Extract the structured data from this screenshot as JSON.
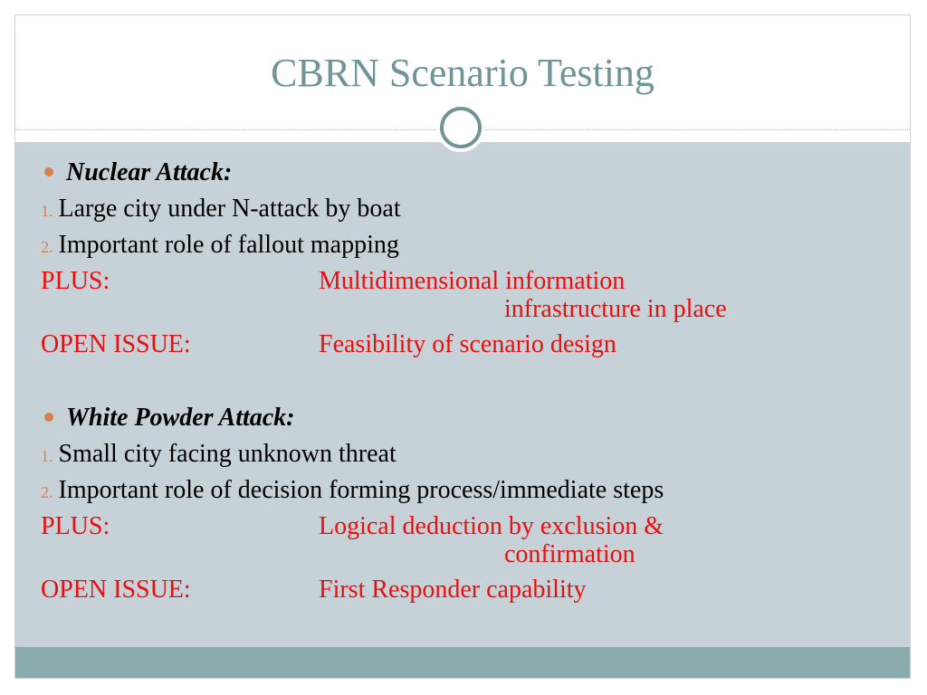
{
  "slide": {
    "title": "CBRN Scenario Testing",
    "sections": [
      {
        "heading": "Nuclear Attack:",
        "items": [
          {
            "marker": "1.",
            "text": "Large city under N-attack by boat"
          },
          {
            "marker": "2.",
            "text": "Important role of fallout mapping"
          }
        ],
        "plus_label": "PLUS:",
        "plus_line1": "Multidimensional information",
        "plus_line2": "infrastructure in place",
        "open_label": "OPEN ISSUE:",
        "open_value": "Feasibility of scenario design"
      },
      {
        "heading": "White Powder Attack:",
        "items": [
          {
            "marker": "1.",
            "text": "Small city facing unknown threat"
          },
          {
            "marker": "2.",
            "text": "Important role of decision forming process/immediate steps"
          }
        ],
        "plus_label": "PLUS:",
        "plus_line1": "Logical deduction by exclusion &",
        "plus_line2": "confirmation",
        "open_label": "OPEN ISSUE:",
        "open_value": "First Responder capability"
      }
    ]
  },
  "colors": {
    "title": "#6f9598",
    "content_background": "#c7d2d8",
    "footer_band": "#8aacac",
    "accent_marker": "#d8804e",
    "highlight_text": "#ea0f0f"
  }
}
